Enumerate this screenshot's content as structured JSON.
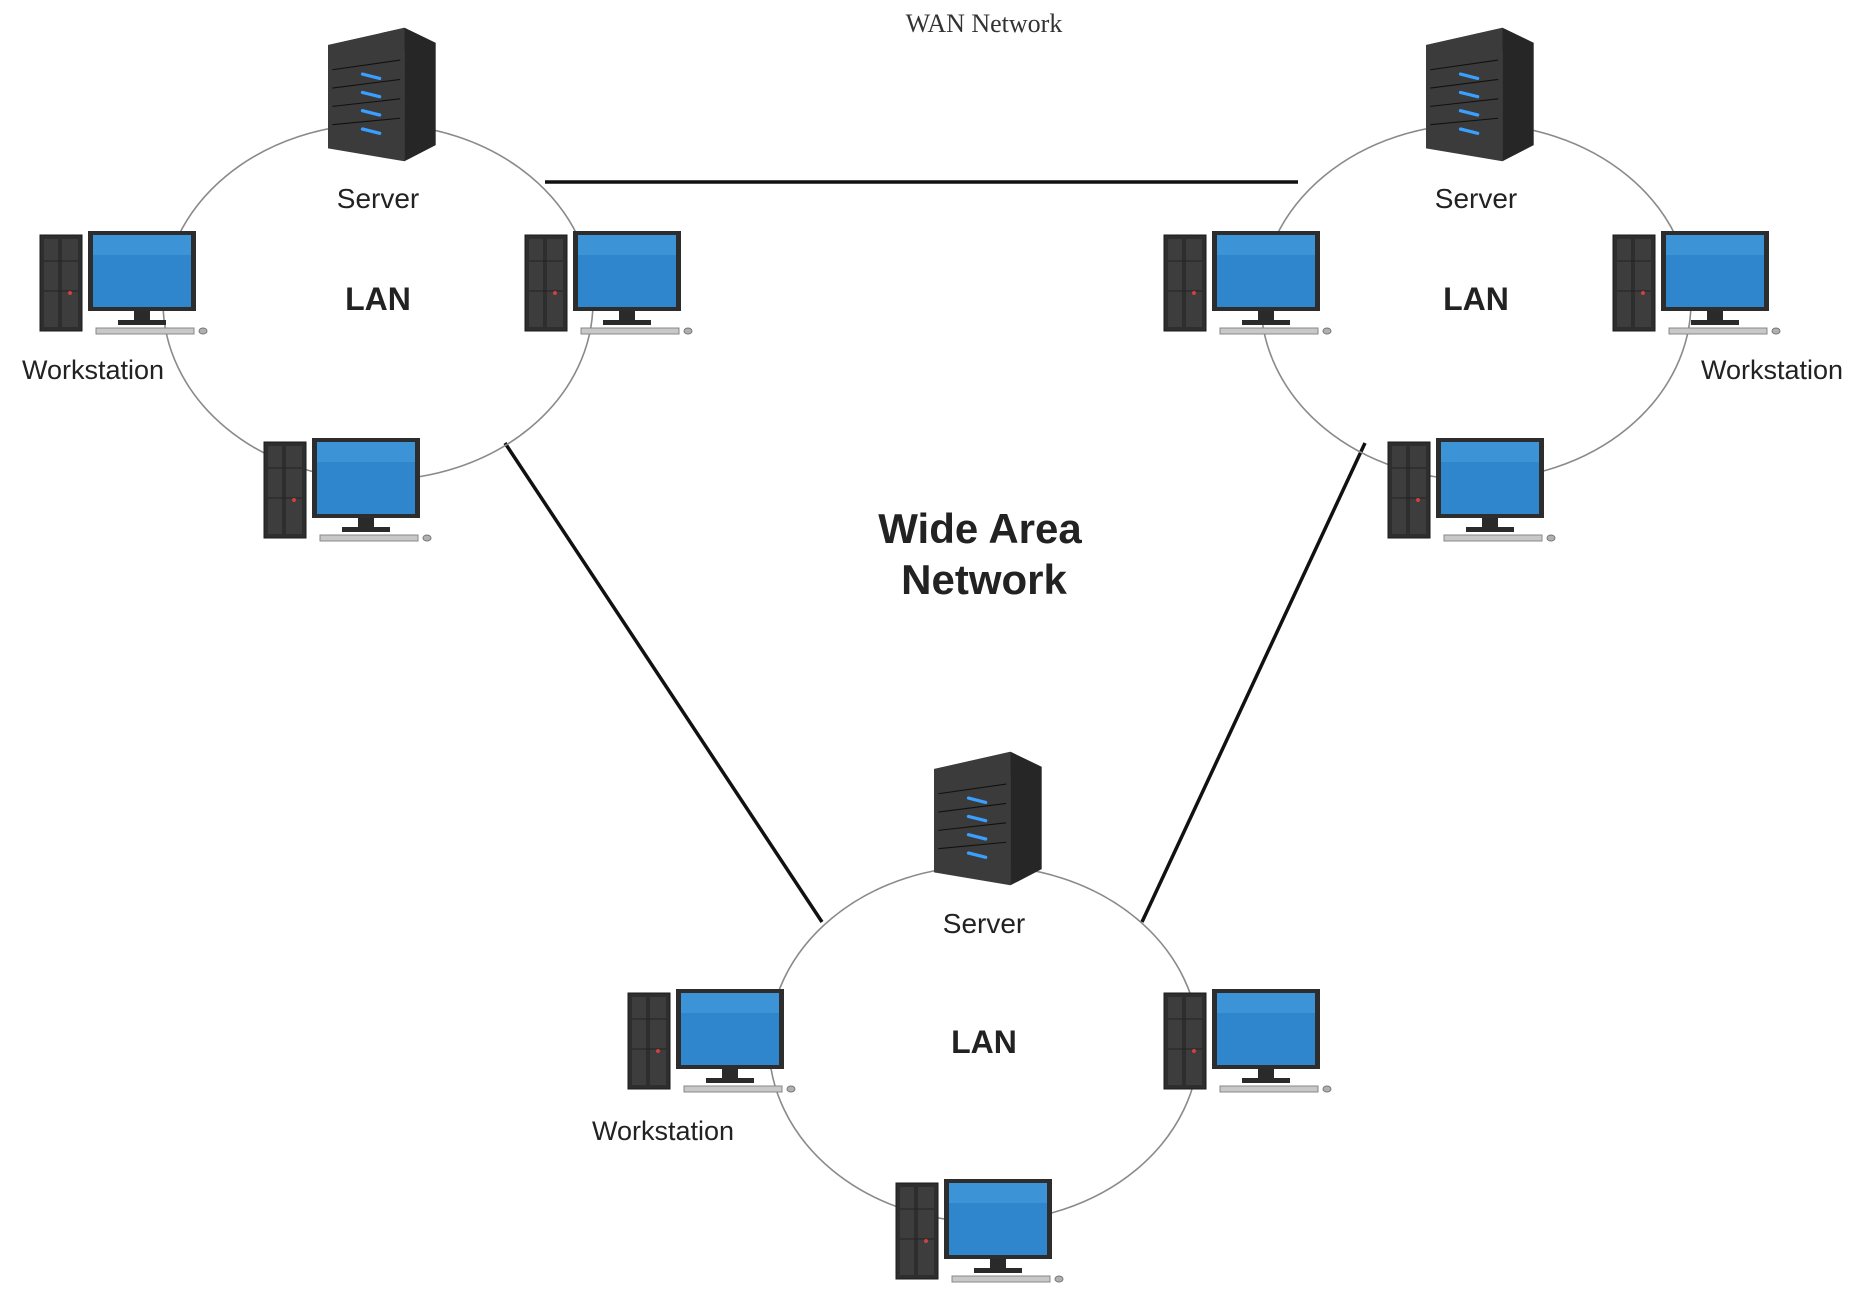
{
  "diagram": {
    "title": "WAN Network",
    "center_label": [
      "Wide Area",
      "Network"
    ],
    "colors": {
      "background": "#ffffff",
      "ring": "#8a8a8a",
      "wan_link": "#111111",
      "screen": "#2f86cc",
      "tower": "#3a3a3a",
      "server_light": "#3aa0ff"
    },
    "lans": [
      {
        "id": "lan-top-left",
        "label": "LAN",
        "server_label": "Server",
        "workstation_label": "Workstation",
        "server_icon": "server-icon",
        "workstation_icon": "desktop-computer-icon"
      },
      {
        "id": "lan-top-right",
        "label": "LAN",
        "server_label": "Server",
        "workstation_label": "Workstation",
        "server_icon": "server-icon",
        "workstation_icon": "desktop-computer-icon"
      },
      {
        "id": "lan-bottom",
        "label": "LAN",
        "server_label": "Server",
        "workstation_label": "Workstation",
        "server_icon": "server-icon",
        "workstation_icon": "desktop-computer-icon"
      }
    ]
  }
}
